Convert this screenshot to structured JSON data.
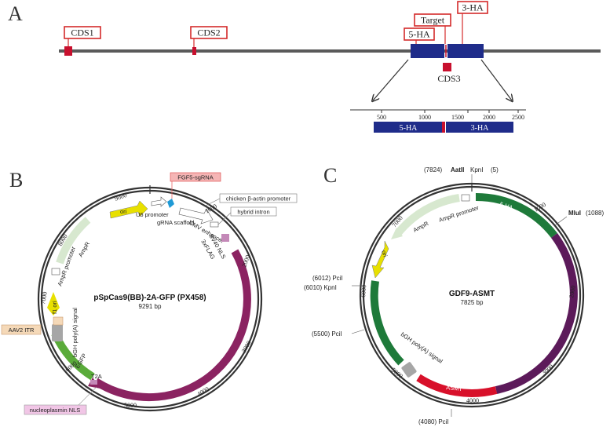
{
  "panelA": {
    "letter": "A",
    "labels": {
      "cds1": "CDS1",
      "cds2": "CDS2",
      "target": "Target",
      "three_ha": "3-HA",
      "five_ha": "5-HA",
      "cds3": "CDS3"
    },
    "scale": {
      "ticks": [
        "500",
        "1000",
        "1500",
        "2000",
        "2500"
      ],
      "left_bar": "5-HA",
      "right_bar": "3-HA"
    },
    "colors": {
      "chromosome": "#5a5a5a",
      "arm": "#1f2c8a",
      "cds": "#c8102e"
    }
  },
  "panelB": {
    "letter": "B",
    "title": "pSpCas9(BB)-2A-GFP (PX458)",
    "size": "9291 bp",
    "ticks": [
      "1000",
      "2000",
      "3000",
      "4000",
      "5000",
      "6000",
      "7000",
      "8000",
      "9000"
    ],
    "features": {
      "ori": "ori",
      "u6": "U6 promoter",
      "grna": "gRNA scaffold",
      "sgrna": "FGF5-sgRNA",
      "cba": "chicken β-actin promoter",
      "hybrid": "hybrid intron",
      "cmv": "CMV enhancer",
      "sv40": "SV40 NLS",
      "flag": "3xFLAG",
      "cas9": "Cas9",
      "t2a": "T2A",
      "egfp": "EGFP",
      "bgh": "bGH poly(A) signal",
      "f1": "f1 ori",
      "aav": "AAV2 ITR",
      "ampr_p": "AmpR promoter",
      "ampr": "AmpR",
      "nls": "nucleoplasmin NLS"
    },
    "colors": {
      "cas9": "#8b2361",
      "egfp": "#5aab3a",
      "ori": "#e8e000",
      "sgrna": "#1f9ad6"
    }
  },
  "panelC": {
    "letter": "C",
    "title": "GDF9-ASMT",
    "size": "7825 bp",
    "ticks": [
      "1000",
      "2000",
      "3000",
      "4000",
      "5000",
      "6000",
      "7000"
    ],
    "sites": {
      "top_left": "(7824)",
      "aatii": "AatII",
      "kpni_top": "KpnI",
      "kpni_top_num": "(5)",
      "mlui": "MluI",
      "mlui_num": "(1088)",
      "pcii_6012": "(6012)  PciI",
      "kpni_6010": "(6010)  KpnI",
      "pcii_5500": "(5500)  PciI",
      "pcii_4080": "(4080)  PciI"
    },
    "features": {
      "ampr_p": "AmpR promoter",
      "ampr": "AmpR",
      "ori": "ori",
      "five_ha": "5-HA",
      "three_ha": "3-HA",
      "gdf9": "GDF9",
      "asmt": "ASMT",
      "bgh": "bGH poly(A) signal"
    },
    "colors": {
      "ha": "#1e7a3a",
      "gdf9": "#5c1a5a",
      "asmt": "#d8102a",
      "ori": "#e8e000"
    }
  }
}
